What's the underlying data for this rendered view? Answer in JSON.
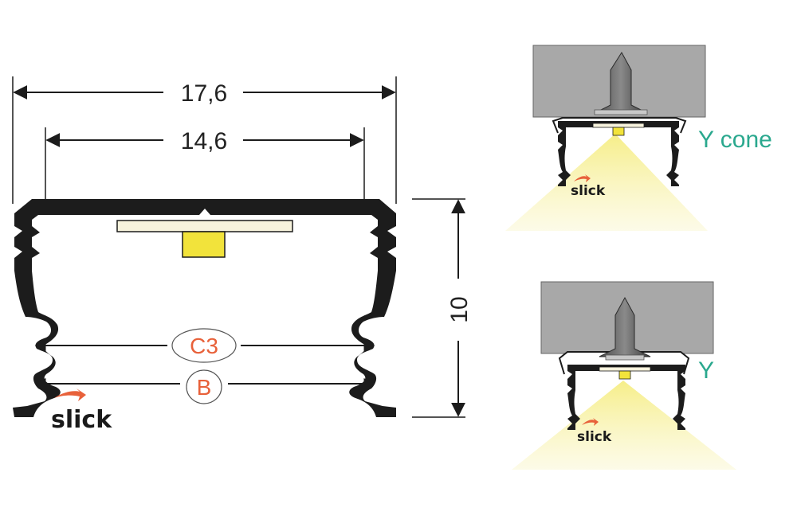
{
  "dimensions": {
    "outer_width": "17,6",
    "inner_width": "14,6",
    "height": "10",
    "c3_label": "C3",
    "b_label": "B"
  },
  "variants": [
    {
      "label": "Y cone"
    },
    {
      "label": "Y"
    }
  ],
  "brand": {
    "logo": "slick"
  },
  "colors": {
    "profile": "#1c1c1c",
    "led_yellow": "#f2e33b",
    "led_strip": "#f7f3dd",
    "accent": "#e8613a",
    "label_teal": "#2aa88e",
    "ceiling_gray": "#a8a8a8",
    "light_beam": "#f6f0a0"
  }
}
